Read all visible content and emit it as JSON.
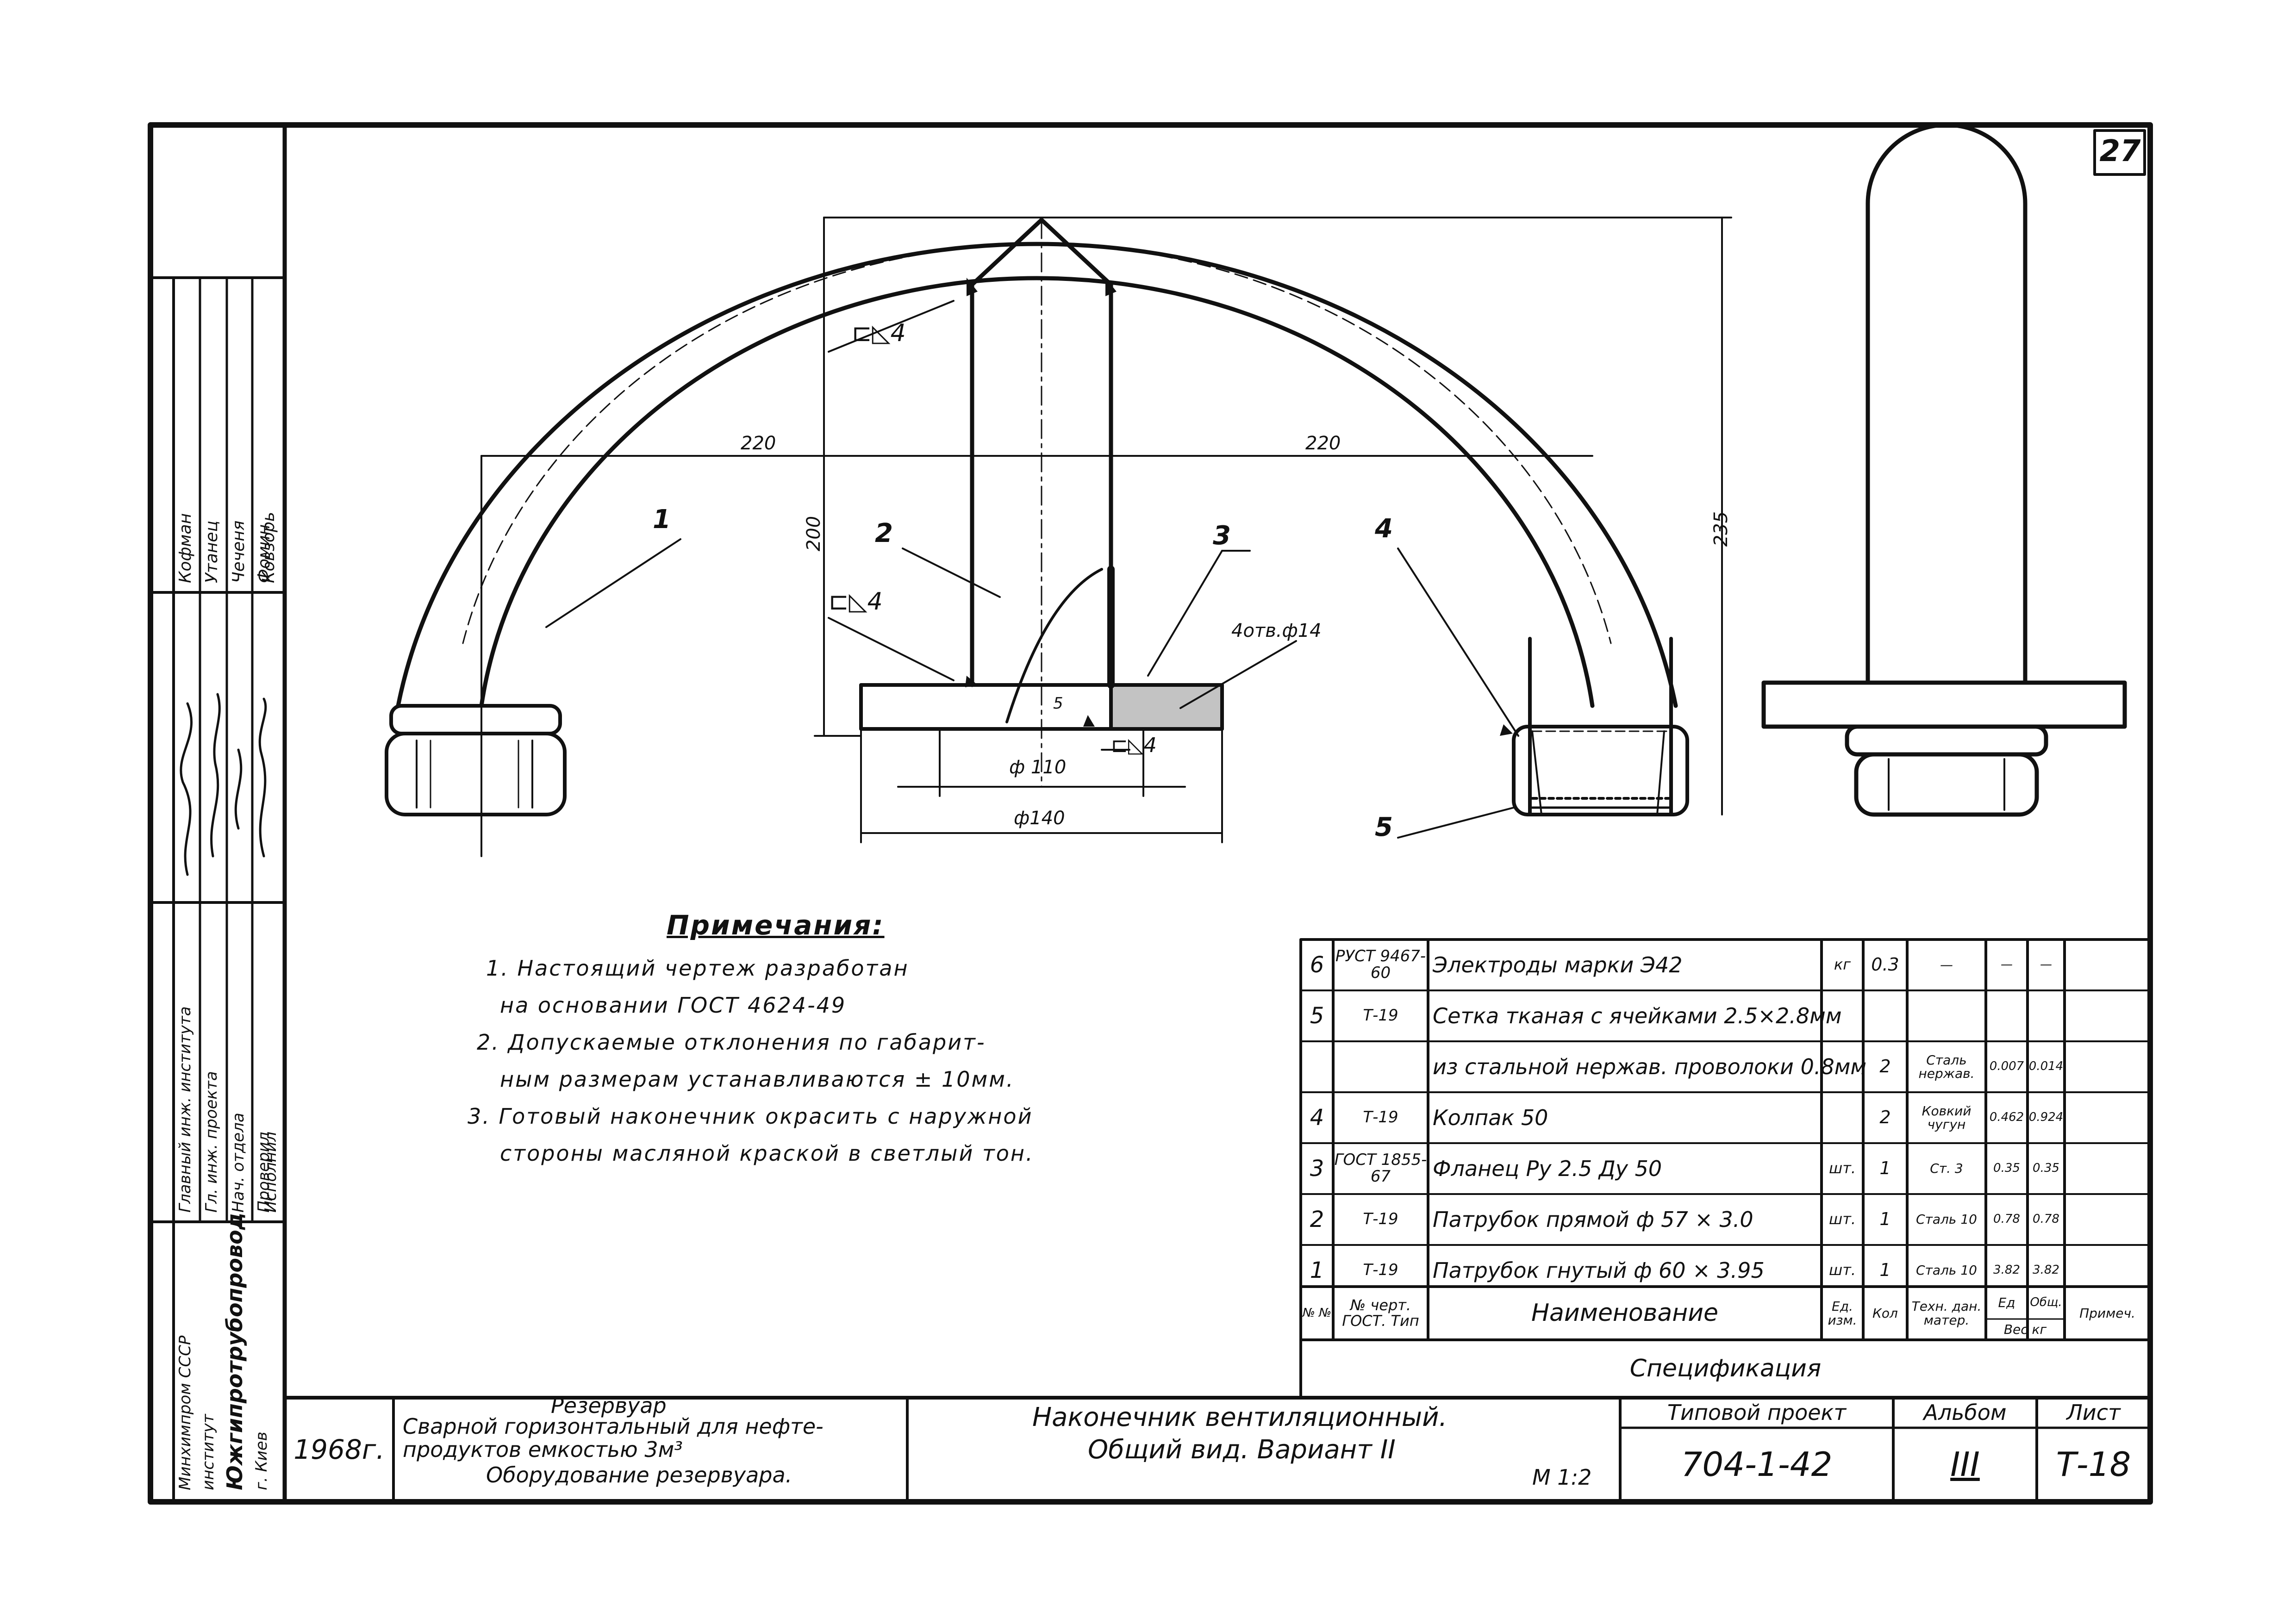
{
  "sheet": {
    "corner_number": "27",
    "orientation": "landscape"
  },
  "drawing": {
    "callouts": [
      "1",
      "2",
      "3",
      "4",
      "4",
      "5"
    ],
    "weld_marks": [
      "4",
      "4",
      "4"
    ],
    "hole_label": "4отв.ф14",
    "dims": {
      "left_span": "220",
      "right_span": "220",
      "height_200": "200",
      "height_235": "235",
      "dia_110": "ф 110",
      "dia_140": "ф140",
      "gap_5": "5"
    }
  },
  "notes": {
    "heading": "Примечания:",
    "lines": [
      "1. Настоящий чертеж разработан",
      "на основании ГОСТ 4624-49",
      "2. Допускаемые отклонения по габарит-",
      "ным размерам устанавливаются ± 10мм.",
      "3. Готовый наконечник окрасить с наружной",
      "стороны масляной краской в светлый тон."
    ]
  },
  "spec": {
    "title": "Спецификация",
    "header": {
      "num": "№ №",
      "doc": "№ черт. ГОСТ. Тип",
      "name": "Наименование",
      "unit": "Ед. изм.",
      "qty": "Кол",
      "material": "Техн. дан. матер.",
      "weight_unit": "Ед",
      "weight_total": "Общ.",
      "weight_group": "Вес кг",
      "note": "Примеч."
    },
    "rows": [
      {
        "num": "6",
        "doc": "РУСТ 9467-60",
        "name": "Электроды марки Э42",
        "unit": "кг",
        "qty": "0.3",
        "material": "—",
        "w1": "—",
        "w2": "—"
      },
      {
        "num": "5",
        "doc": "Т-19",
        "name": "Сетка тканая с ячейками 2.5×2.8мм",
        "unit": "",
        "qty": "",
        "material": "",
        "w1": "",
        "w2": ""
      },
      {
        "num": "",
        "doc": "",
        "name": "из стальной нержав. проволоки 0.8мм",
        "unit": "",
        "qty": "2",
        "material": "Сталь нержав.",
        "w1": "0.007",
        "w2": "0.014"
      },
      {
        "num": "4",
        "doc": "Т-19",
        "name": "Колпак 50",
        "unit": "",
        "qty": "2",
        "material": "Ковкий чугун",
        "w1": "0.462",
        "w2": "0.924"
      },
      {
        "num": "3",
        "doc": "ГОСТ 1855-67",
        "name": "Фланец Ру 2.5 Ду 50",
        "unit": "шт.",
        "qty": "1",
        "material": "Ст. 3",
        "w1": "0.35",
        "w2": "0.35"
      },
      {
        "num": "2",
        "doc": "Т-19",
        "name": "Патрубок прямой ф 57 × 3.0",
        "unit": "шт.",
        "qty": "1",
        "material": "Сталь 10",
        "w1": "0.78",
        "w2": "0.78"
      },
      {
        "num": "1",
        "doc": "Т-19",
        "name": "Патрубок гнутый ф 60 × 3.95",
        "unit": "шт.",
        "qty": "1",
        "material": "Сталь 10",
        "w1": "3.82",
        "w2": "3.82"
      }
    ]
  },
  "side_block": {
    "roles": [
      "Главный инж. института",
      "Гл. инж. проекта",
      "Нач. отдела",
      "Проверил",
      "Исполнил"
    ],
    "names": [
      "Кофман",
      "Утанец",
      "Чеченя",
      "Фомин",
      "Ковзорь"
    ],
    "org": [
      "Минхимпром СССР",
      "институт",
      "Южгипротрубопровод",
      "г. Киев"
    ]
  },
  "title_block": {
    "year": "1968г.",
    "project_title": [
      "Резервуар",
      "Сварной горизонтальный для нефте-",
      "продуктов емкостью 3м³",
      "Оборудование резервуара."
    ],
    "drawing_title": [
      "Наконечник вентиляционный.",
      "Общий вид. Вариант II"
    ],
    "scale": "М 1:2",
    "typical_project_label": "Типовой проект",
    "typical_project_value": "704-1-42",
    "album_label": "Альбом",
    "album_value": "III",
    "sheet_label": "Лист",
    "sheet_value": "Т-18"
  }
}
